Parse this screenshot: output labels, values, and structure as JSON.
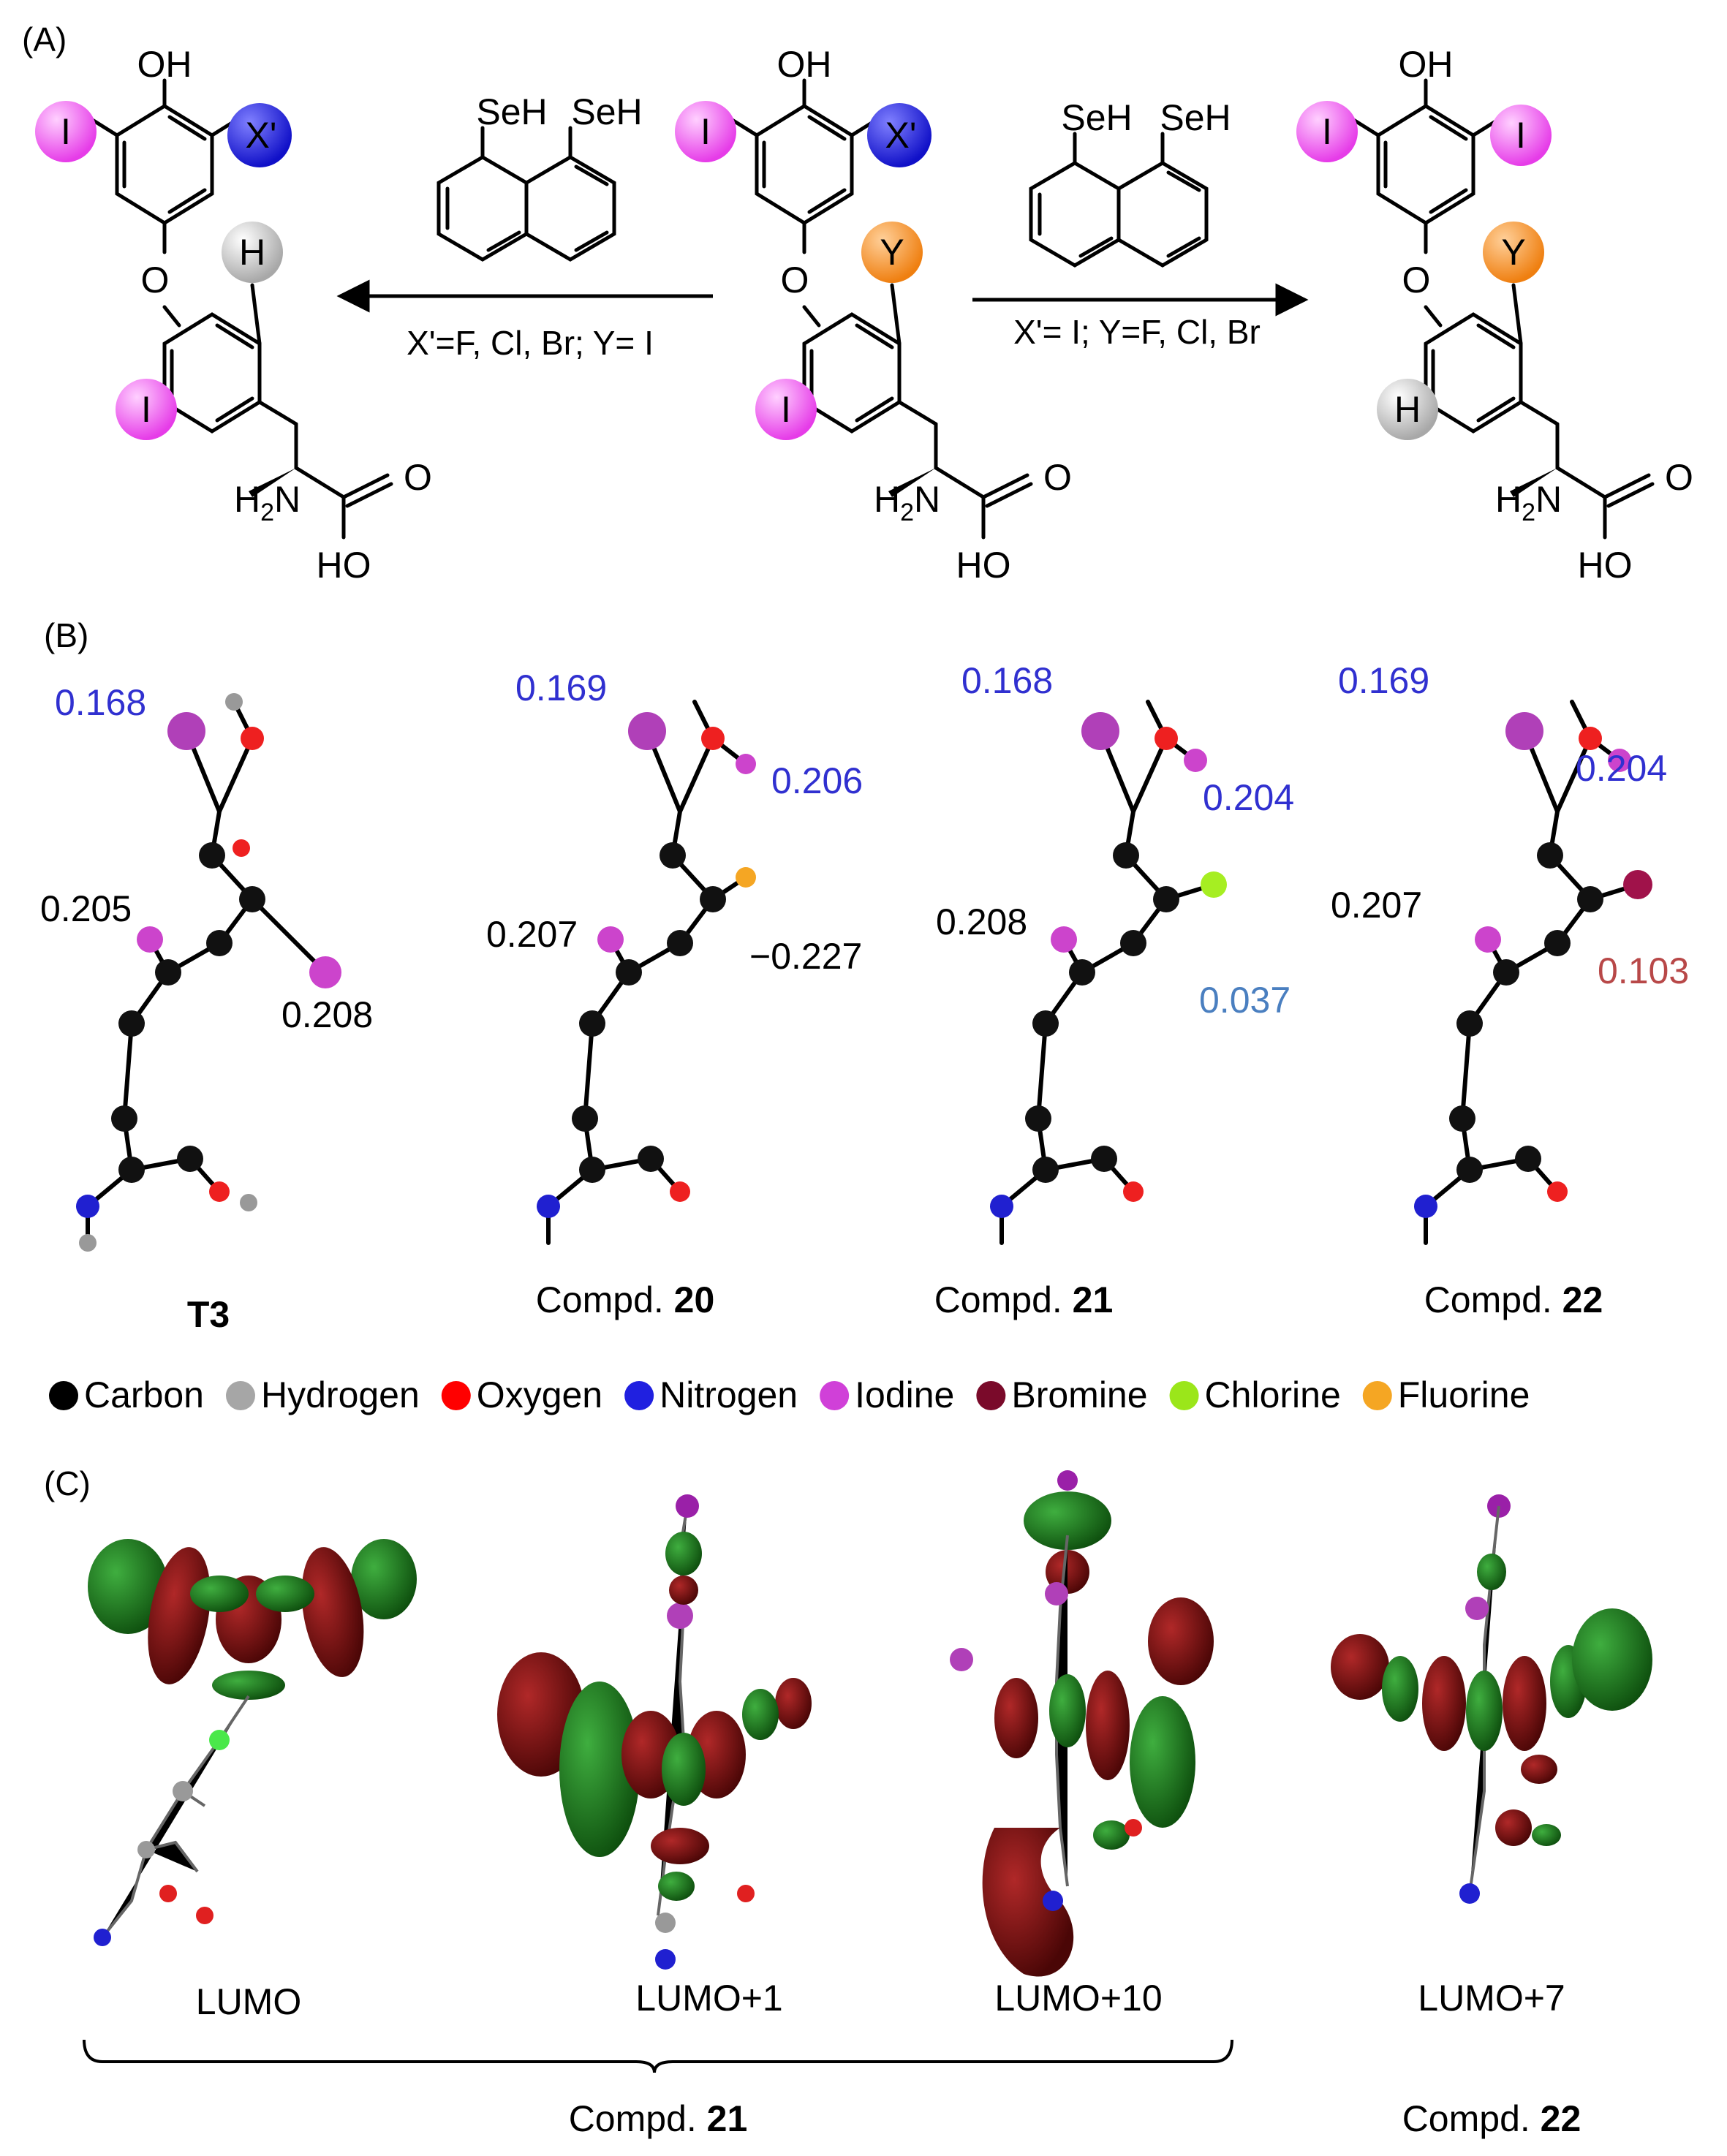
{
  "panels": {
    "a": "(A)",
    "b": "(B)",
    "c": "(C)"
  },
  "atoms": {
    "oh": "OH",
    "o": "O",
    "i": "I",
    "h": "H",
    "x": "X'",
    "y": "Y",
    "h2n_h": "H",
    "h2n_2": "2",
    "h2n_n": "N",
    "ho": "HO",
    "o_dbl": "O",
    "seh": "SeH"
  },
  "conditions": {
    "left": "X'=F, Cl, Br; Y= I",
    "right": "X'= I; Y=F, Cl, Br"
  },
  "values": {
    "t3": [
      "0.168",
      "0.205",
      "0.208"
    ],
    "c20": [
      "0.169",
      "0.206",
      "0.207",
      "−0.227"
    ],
    "c21": [
      "0.168",
      "0.204",
      "0.208",
      "0.037"
    ],
    "c22": [
      "0.169",
      "0.204",
      "0.207",
      "0.103"
    ]
  },
  "captions_b": {
    "t3": "T3",
    "c20_pre": "Compd. ",
    "c20_num": "20",
    "c21_pre": "Compd. ",
    "c21_num": "21",
    "c22_pre": "Compd. ",
    "c22_num": "22"
  },
  "legend": [
    {
      "label": "Carbon",
      "color": "#000000"
    },
    {
      "label": "Hydrogen",
      "color": "#a6a6a6"
    },
    {
      "label": "Oxygen",
      "color": "#ff0000"
    },
    {
      "label": "Nitrogen",
      "color": "#2020e0"
    },
    {
      "label": "Iodine",
      "color": "#d040d8"
    },
    {
      "label": "Bromine",
      "color": "#7a0a2a"
    },
    {
      "label": "Chlorine",
      "color": "#9be61a"
    },
    {
      "label": "Fluorine",
      "color": "#f5a623"
    }
  ],
  "orbitals": [
    "LUMO",
    "LUMO+1",
    "LUMO+10",
    "LUMO+7"
  ],
  "captions_c": {
    "c21_pre": "Compd. ",
    "c21_num": "21",
    "c22_pre": "Compd. ",
    "c22_num": "22"
  },
  "colors": {
    "iodine_sphere": "#ee4ff0",
    "x_sphere": "#2a2ae6",
    "y_sphere": "#f28a1e",
    "h_sphere": "#c8c8c8",
    "value_blue": "#3030d0",
    "value_lightblue": "#4a7fc0",
    "value_red": "#b84848",
    "orbital_green": "#1f7a1f",
    "orbital_red": "#7a1010"
  }
}
